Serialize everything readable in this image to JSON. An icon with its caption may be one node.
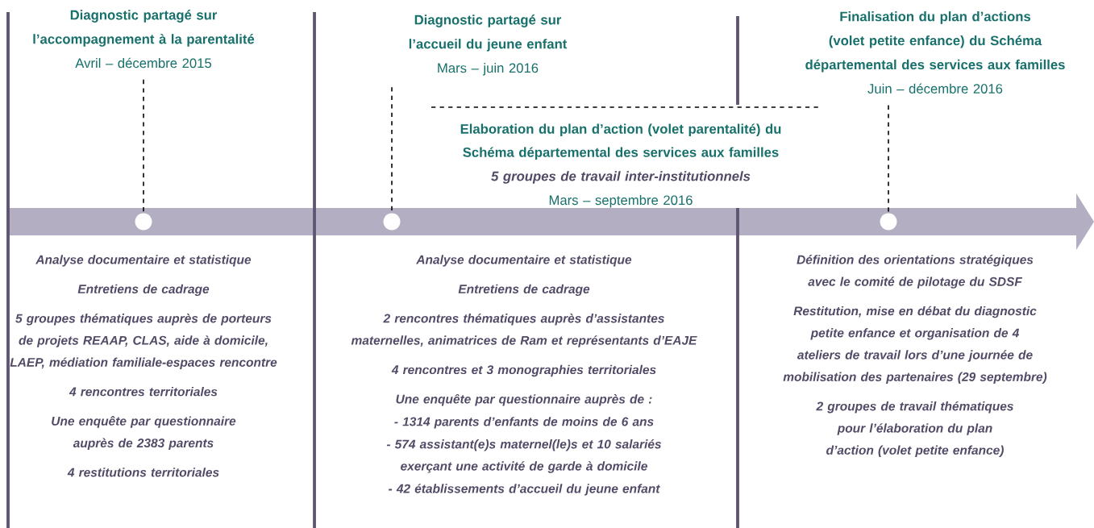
{
  "diagram": {
    "nodes": [
      {
        "text": [
          "Diagnostic partagé sur l’accompagnement à la parentalité",
          "Avril – décembre 2015"
        ]
      },
      {
        "text": [
          "Diagnostic partagé sur l’accueil du jeune enfant",
          "Mars – juin 2016"
        ]
      },
      {
        "text": [
          "Finalisation du plan d’actions (volet petite enfance) du Schéma départemental des services aux familles",
          "Juin – décembre 2016"
        ]
      },
      {
        "text": [],
        "shape": "circle"
      },
      {
        "text": [],
        "shape": "circle"
      },
      {
        "text": [],
        "shape": "circle"
      }
    ],
    "edges": [
      {
        "from": 0,
        "to": 3,
        "arrow": "none",
        "style": "dashed"
      },
      {
        "from": 1,
        "to": 4,
        "arrow": "none",
        "style": "dashed"
      },
      {
        "from": 2,
        "to": 5,
        "arrow": "none",
        "style": "dashed"
      }
    ],
    "labels": [
      "Elaboration du plan d’action (volet parentalité) du Schéma départemental des services aux familles",
      "5 groupes de travail inter-institutionnels",
      "Mars – septembre 2016",
      "Analyse documentaire et statistique",
      "Entretiens de cadrage",
      "5 groupes thématiques auprès de porteurs de projets REAAP, CLAS, aide à domicile, LAEP, médiation familiale-espaces rencontre",
      "4 rencontres territoriales",
      "Une enquête par questionnaire auprès de 2383 parents",
      "4 restitutions territoriales",
      "Analyse documentaire et statistique",
      "Entretiens de cadrage",
      "2 rencontres thématiques auprès d’assistantes maternelles, animatrices de Ram et représentants d’EAJE",
      "4 rencontres et 3 monographies territoriales",
      "Une enquête par questionnaire auprès de :",
      "- 1314 parents d’enfants de moins de 6 ans",
      "- 574 assistant(e)s maternel(le)s et 10 salariés exerçant une activité de garde à domicile",
      "- 42 établissements d’accueil du jeune enfant",
      "Définition des orientations stratégiques avec le comité de pilotage du SDSF",
      "Restitution, mise en débat du diagnostic petite enfance et organisation de 4 ateliers de travail lors d’une journée de mobilisation des partenaires (29 septembre)",
      "2 groupes de travail thématiques pour l’élaboration du plan d’action (volet petite enfance)"
    ]
  }
}
